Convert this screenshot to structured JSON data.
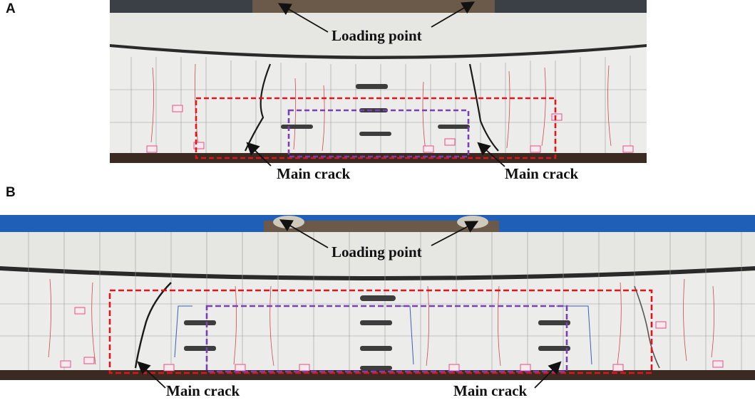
{
  "panels": [
    {
      "id": "A",
      "label": "A",
      "loading_point": "Loading point",
      "main_crack_left": "Main crack",
      "main_crack_right": "Main crack"
    },
    {
      "id": "B",
      "label": "B",
      "loading_point": "Loading point",
      "main_crack_left": "Main crack",
      "main_crack_right": "Main crack"
    }
  ],
  "colors": {
    "outer_box": "#e3141b",
    "inner_box": "#7a3fb0",
    "beam": "#ecedea",
    "arrow": "#111111",
    "backdrop": "#1f5fb8"
  }
}
